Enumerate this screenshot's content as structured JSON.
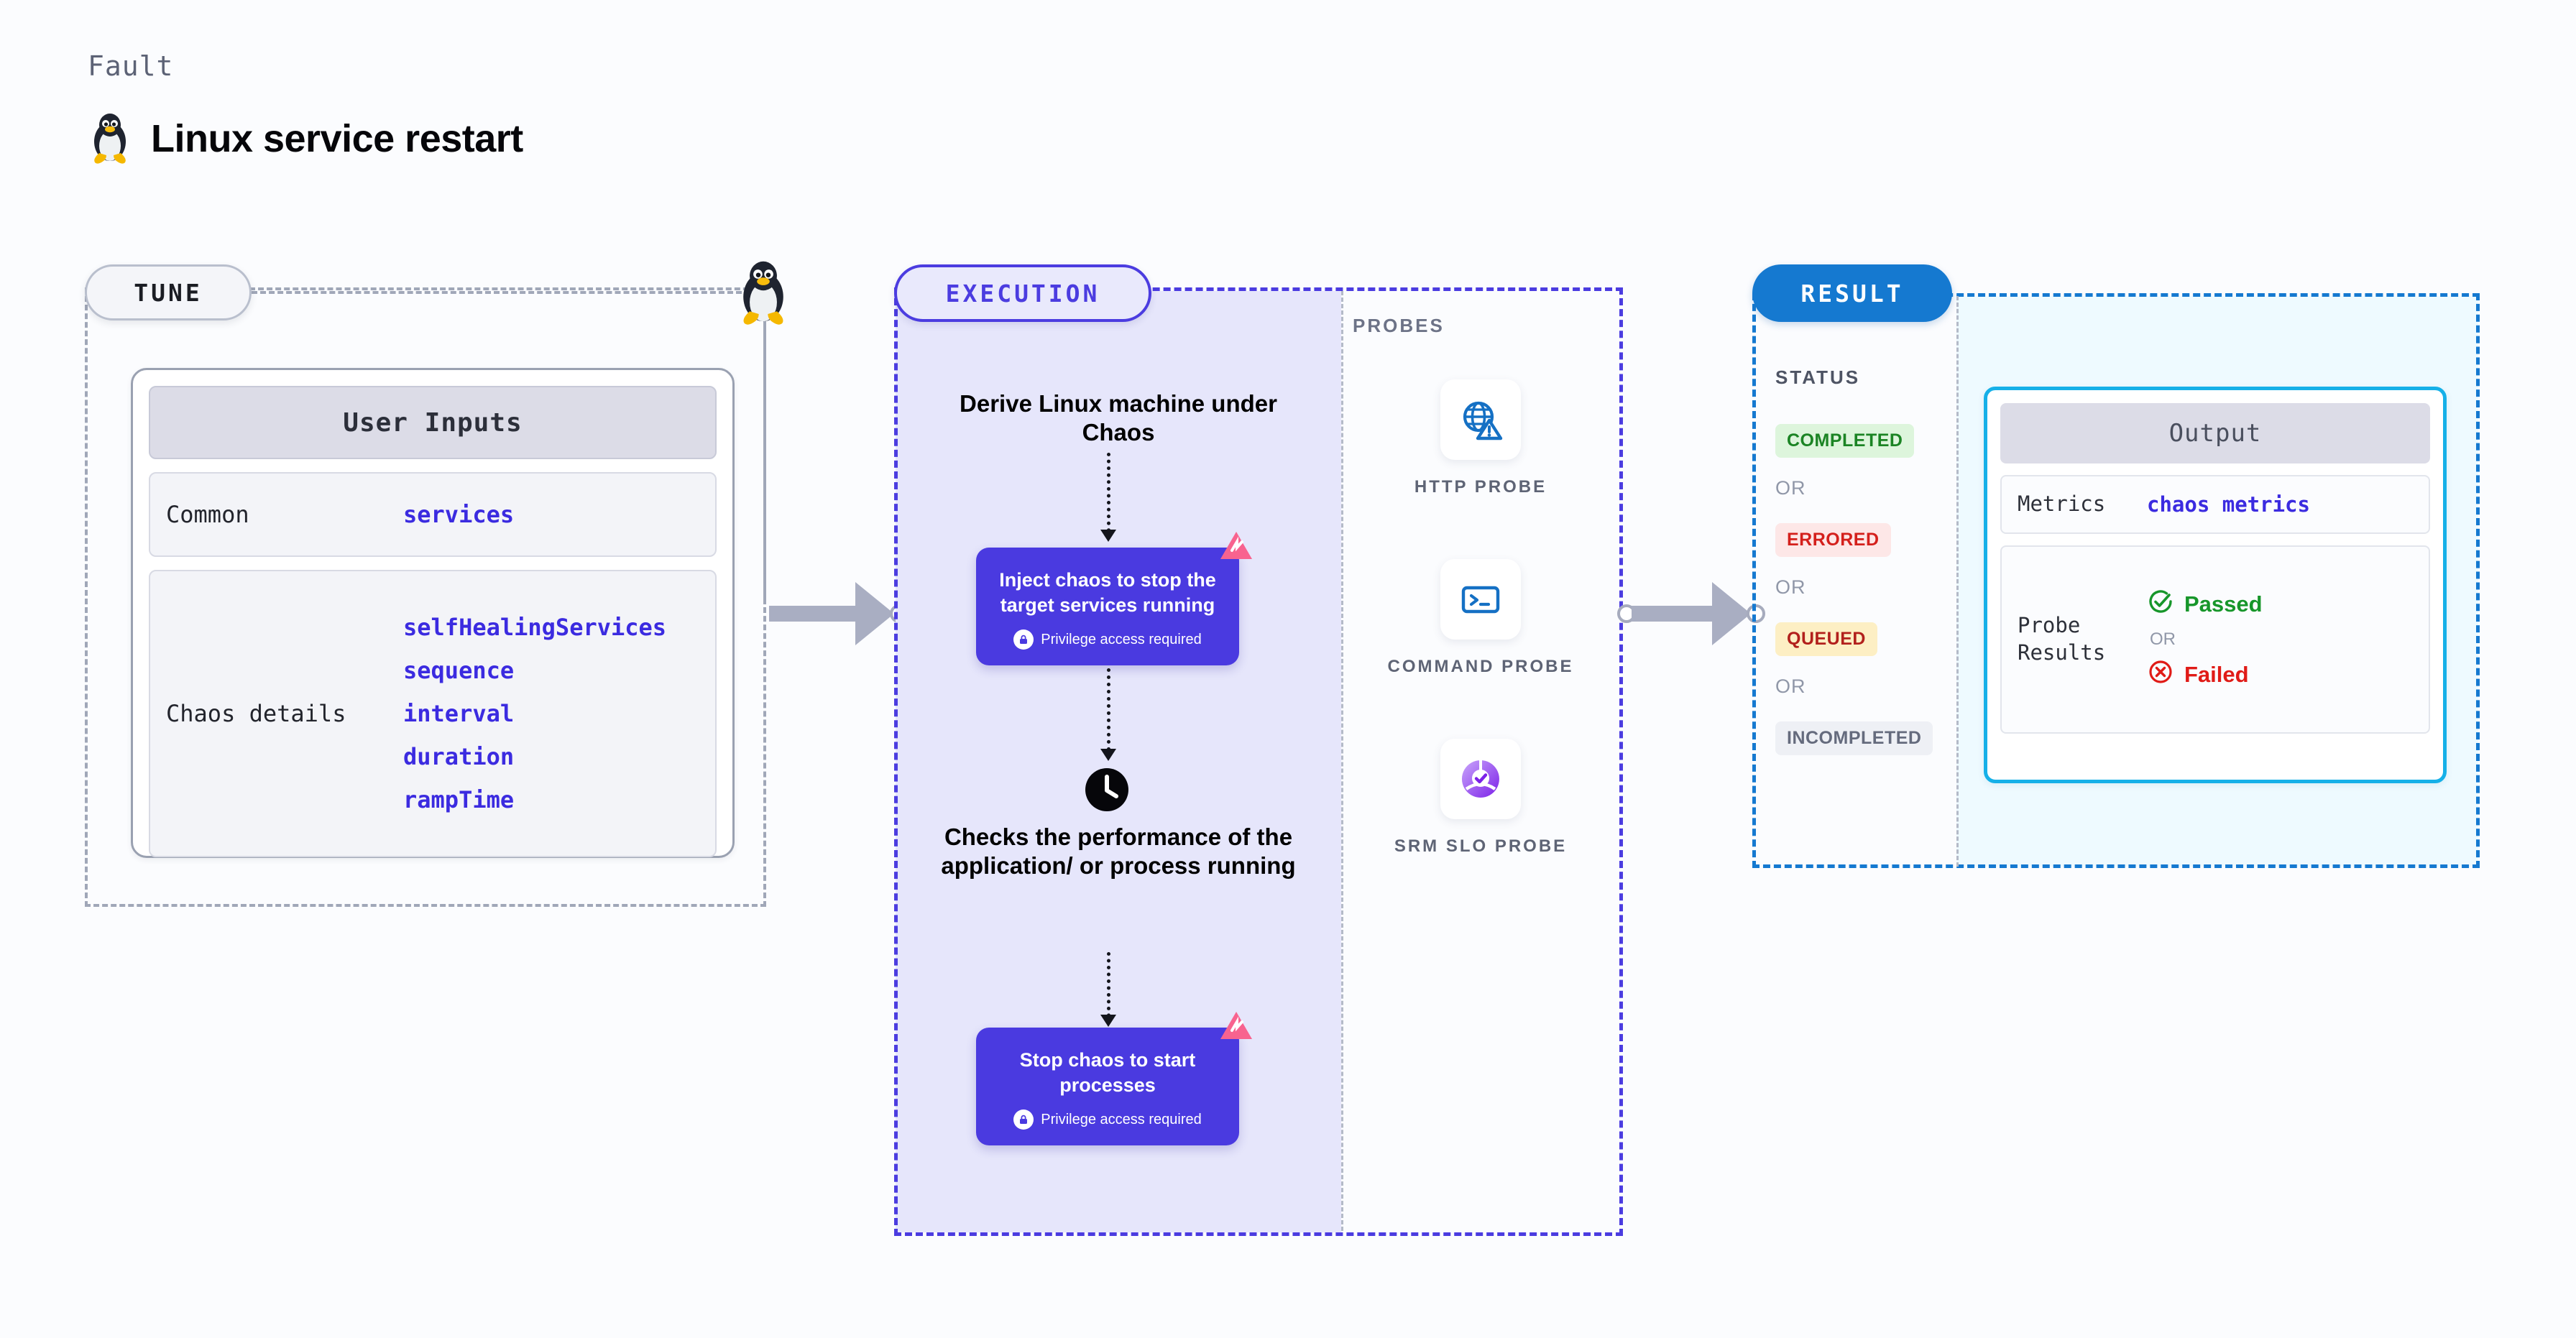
{
  "header": {
    "eyebrow": "Fault",
    "title": "Linux service restart",
    "icon": "linux-penguin-icon"
  },
  "tune": {
    "badge": "TUNE",
    "node_icon": "linux-penguin-icon",
    "card": {
      "header": "User Inputs",
      "rows": [
        {
          "key": "Common",
          "values": [
            "services"
          ]
        },
        {
          "key": "Chaos details",
          "values": [
            "selfHealingServices",
            "sequence",
            "interval",
            "duration",
            "rampTime"
          ]
        }
      ]
    }
  },
  "execution": {
    "badge": "EXECUTION",
    "steps": [
      {
        "type": "text",
        "label": "Derive Linux machine under Chaos"
      },
      {
        "type": "card",
        "title": "Inject chaos to stop the target services running",
        "note": "Privilege access required",
        "icon": "lock-icon",
        "tag_icon": "chaos-tag-icon"
      },
      {
        "type": "text",
        "icon": "clock-icon",
        "label": "Checks the performance of the application/ or process running"
      },
      {
        "type": "card",
        "title": "Stop chaos to start processes",
        "note": "Privilege access required",
        "icon": "lock-icon",
        "tag_icon": "chaos-tag-icon"
      }
    ]
  },
  "probes": {
    "title": "PROBES",
    "items": [
      {
        "label": "HTTP PROBE",
        "icon": "globe-warning-icon"
      },
      {
        "label": "COMMAND PROBE",
        "icon": "terminal-icon"
      },
      {
        "label": "SRM SLO PROBE",
        "icon": "slo-donut-check-icon"
      }
    ]
  },
  "result": {
    "badge": "RESULT",
    "status": {
      "title": "STATUS",
      "or_label": "OR",
      "chips": [
        {
          "label": "COMPLETED",
          "bg": "#ddf5dc",
          "color": "#1b8424"
        },
        {
          "label": "ERRORED",
          "bg": "#fde7e7",
          "color": "#d4201c"
        },
        {
          "label": "QUEUED",
          "bg": "#fdefc4",
          "color": "#b2201c"
        },
        {
          "label": "INCOMPLETED",
          "bg": "#eef0f5",
          "color": "#656b7d"
        }
      ]
    },
    "output": {
      "header": "Output",
      "metrics_key": "Metrics",
      "metrics_value": "chaos metrics",
      "probe_key": "Probe Results",
      "passed": "Passed",
      "or_label": "OR",
      "failed": "Failed",
      "passed_icon": "check-circle-icon",
      "failed_icon": "x-circle-icon"
    }
  },
  "colors": {
    "accent_purple": "#4a3ae0",
    "accent_blue": "#1579d0",
    "accent_cyan": "#15b0e8",
    "link_blue": "#3b2be0",
    "pass_green": "#17962a",
    "fail_red": "#e01b17",
    "chaos_pink": "#f8638f"
  }
}
